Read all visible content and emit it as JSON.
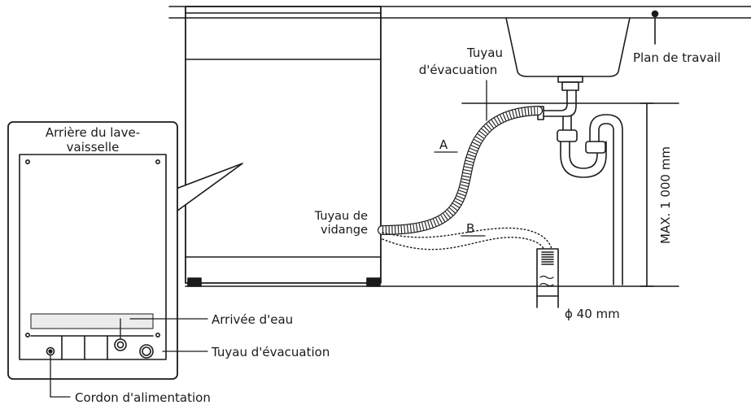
{
  "labels": {
    "rear_title_line1": "Arrière du lave-",
    "rear_title_line2": "vaisselle",
    "evac_hose_line1": "Tuyau",
    "evac_hose_line2": "d'évacuation",
    "countertop": "Plan de travail",
    "drain_hose_line1": "Tuyau de",
    "drain_hose_line2": "vidange",
    "option_a": "A",
    "option_b": "B",
    "max_height": "MAX. 1 000 mm",
    "diameter": "ϕ 40 mm",
    "water_inlet": "Arrivée d'eau",
    "evac_outlet": "Tuyau d'évacuation",
    "power_cord": "Cordon d'alimentation"
  }
}
